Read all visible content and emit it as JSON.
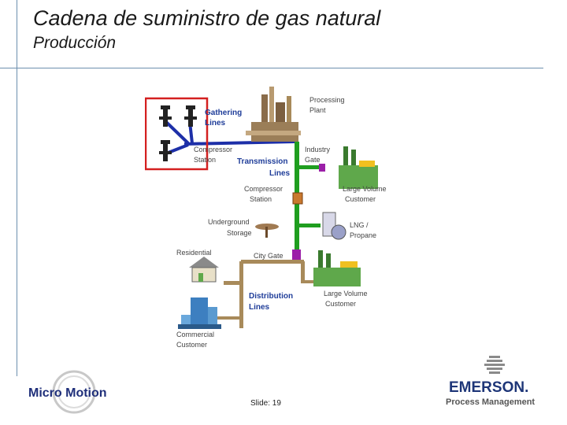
{
  "slide": {
    "title": "Cadena de suministro de gas natural",
    "subtitle": "Producción",
    "slide_number": "Slide: 19"
  },
  "diagram": {
    "labels": {
      "gathering_line1": "Gathering",
      "gathering_line2": "Lines",
      "processing_line1": "Processing",
      "processing_line2": "Plant",
      "compressor1_line1": "Compressor",
      "compressor1_line2": "Station",
      "transmission_line1": "Transmission",
      "transmission_line2": "Lines",
      "industry_gate_line1": "Industry",
      "industry_gate_line2": "Gate",
      "compressor2_line1": "Compressor",
      "compressor2_line2": "Station",
      "large_volume1_line1": "Large Volume",
      "large_volume1_line2": "Customer",
      "underground_line1": "Underground",
      "underground_line2": "Storage",
      "lng_line1": "LNG /",
      "lng_line2": "Propane",
      "residential": "Residential",
      "city_gate": "City Gate",
      "distribution_line1": "Distribution",
      "distribution_line2": "Lines",
      "large_volume2_line1": "Large Volume",
      "large_volume2_line2": "Customer",
      "commercial_line1": "Commercial",
      "commercial_line2": "Customer"
    },
    "colors": {
      "gathering_pipe": "#1d2fa8",
      "transmission_pipe": "#1f9e1f",
      "distribution_pipe": "#a88a5a",
      "highlight_box": "#d42020",
      "gate_marker": "#9b1fa8"
    }
  },
  "logos": {
    "left": "Micro Motion",
    "right_line1": "EMERSON.",
    "right_line2": "Process Management"
  }
}
